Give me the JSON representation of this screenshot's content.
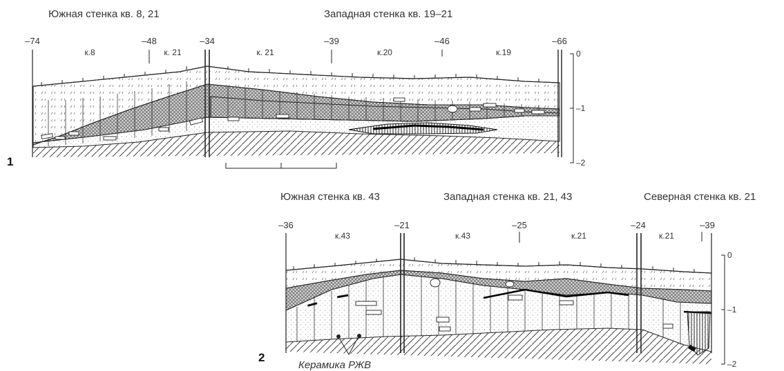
{
  "profile1": {
    "figure_number": "1",
    "titles": [
      "Южная стенка кв. 8, 21",
      "Западная стенка кв. 19–21"
    ],
    "markers": [
      "–74",
      "–48",
      "–34",
      "–39",
      "–46",
      "–66"
    ],
    "squares": [
      "к.8",
      "к. 21",
      "к. 21",
      "к.20",
      "к.19"
    ],
    "scale": [
      "0",
      "–1",
      "–2"
    ]
  },
  "profile2": {
    "figure_number": "2",
    "titles": [
      "Южная стенка кв. 43",
      "Западная стенка кв. 21, 43",
      "Северная стенка кв. 21"
    ],
    "markers": [
      "–36",
      "–21",
      "–25",
      "–24",
      "–39"
    ],
    "squares": [
      "к.43",
      "к.43",
      "к.21",
      "к.21"
    ],
    "scale": [
      "0",
      "–1",
      "–2"
    ],
    "caption": "Керамика РЖВ"
  },
  "colors": {
    "ink": "#222222",
    "text": "#333333",
    "stipple": "#b8b8b8",
    "crosshatch": "#555555"
  }
}
